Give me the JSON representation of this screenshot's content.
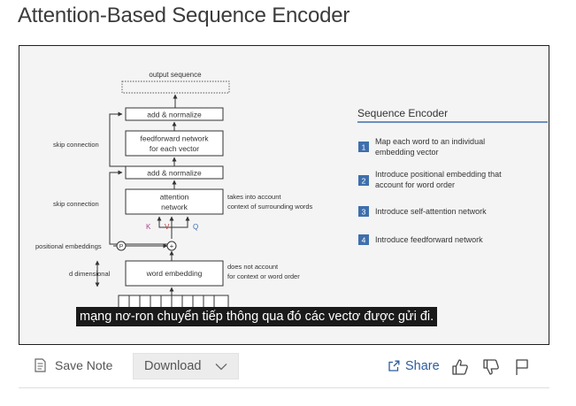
{
  "page": {
    "title": "Attention-Based Sequence Encoder"
  },
  "slide": {
    "output_label": "output sequence",
    "add_norm_top": "add & normalize",
    "ffn_line1": "feedforward network",
    "ffn_line2": "for each vector",
    "add_norm_mid": "add & normalize",
    "attention_line1": "attention",
    "attention_line2": "network",
    "skip_top": "skip connection",
    "skip_bottom": "skip connection",
    "context_line1": "takes into account",
    "context_line2": "context of surrounding words",
    "k_label": "K",
    "v_label": "V",
    "q_label": "Q",
    "pos_emb_label": "positional embeddings",
    "p_symbol": "P",
    "plus_symbol": "+",
    "d_dim_label": "d dimensional",
    "word_emb_label": "word embedding",
    "no_context_line1": "does not account",
    "no_context_line2": "for context or word order",
    "panel_title": "Sequence Encoder",
    "steps": [
      {
        "num": "1",
        "line1": "Map each word to an individual",
        "line2": "embedding vector"
      },
      {
        "num": "2",
        "line1": "Introduce positional embedding that",
        "line2": "account for word order"
      },
      {
        "num": "3",
        "line1": "Introduce self-attention network",
        "line2": ""
      },
      {
        "num": "4",
        "line1": "Introduce feedforward network",
        "line2": ""
      }
    ],
    "colors": {
      "accent_blue": "#3e6fad",
      "k_color": "#b0408c",
      "v_color": "#c0403a",
      "q_color": "#3e6fad"
    }
  },
  "subtitle": "mạng nơ-ron chuyển tiếp thông qua đó các vectơ được gửi đi.",
  "toolbar": {
    "save_note": "Save Note",
    "download": "Download",
    "share": "Share",
    "icons": [
      "note-icon",
      "chevron-down-icon",
      "share-icon",
      "thumbs-up-icon",
      "thumbs-down-icon",
      "flag-icon"
    ]
  }
}
